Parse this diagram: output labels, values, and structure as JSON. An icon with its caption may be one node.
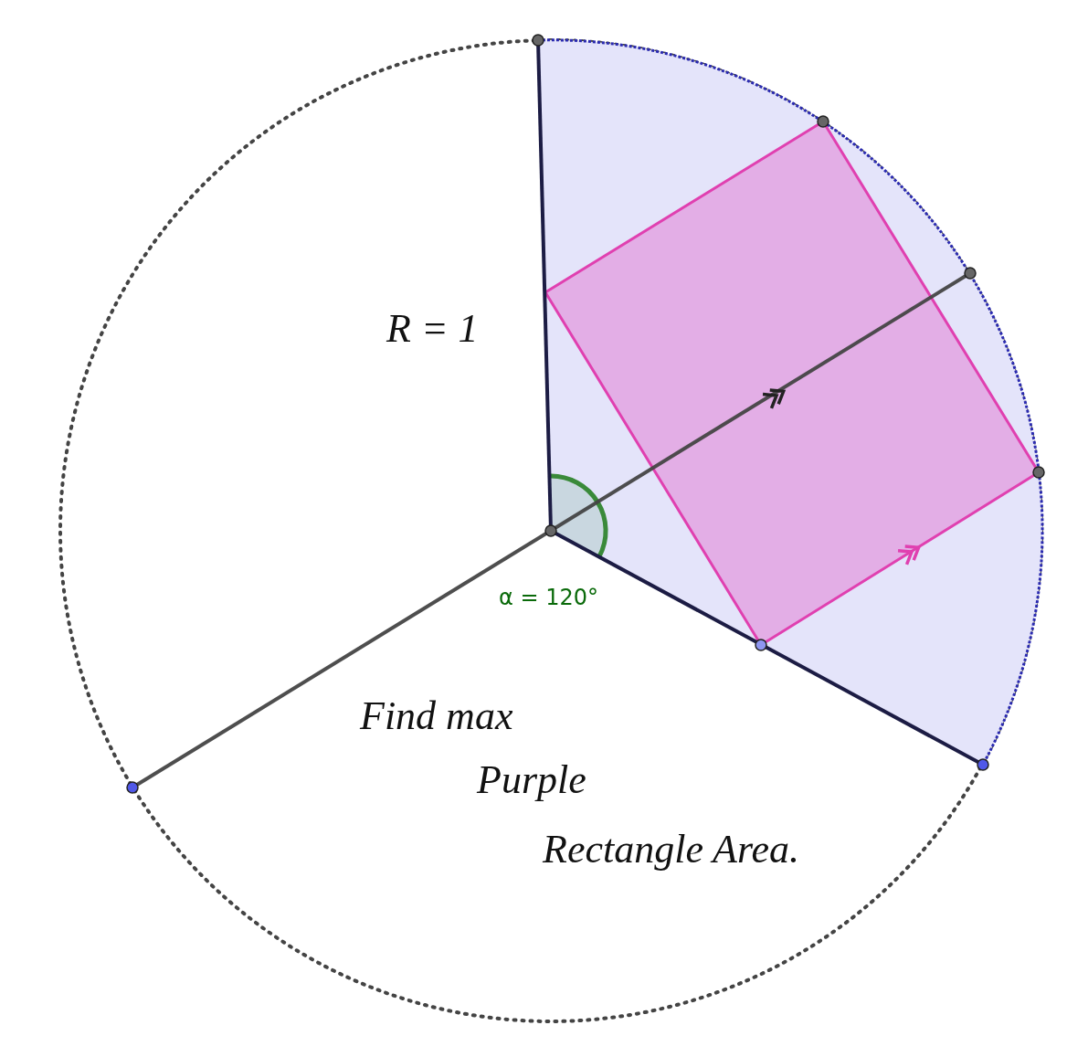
{
  "diagram": {
    "labels": [
      "R = 1",
      "α = 120°",
      "Find max",
      "Purple",
      "Rectangle Area."
    ]
  }
}
